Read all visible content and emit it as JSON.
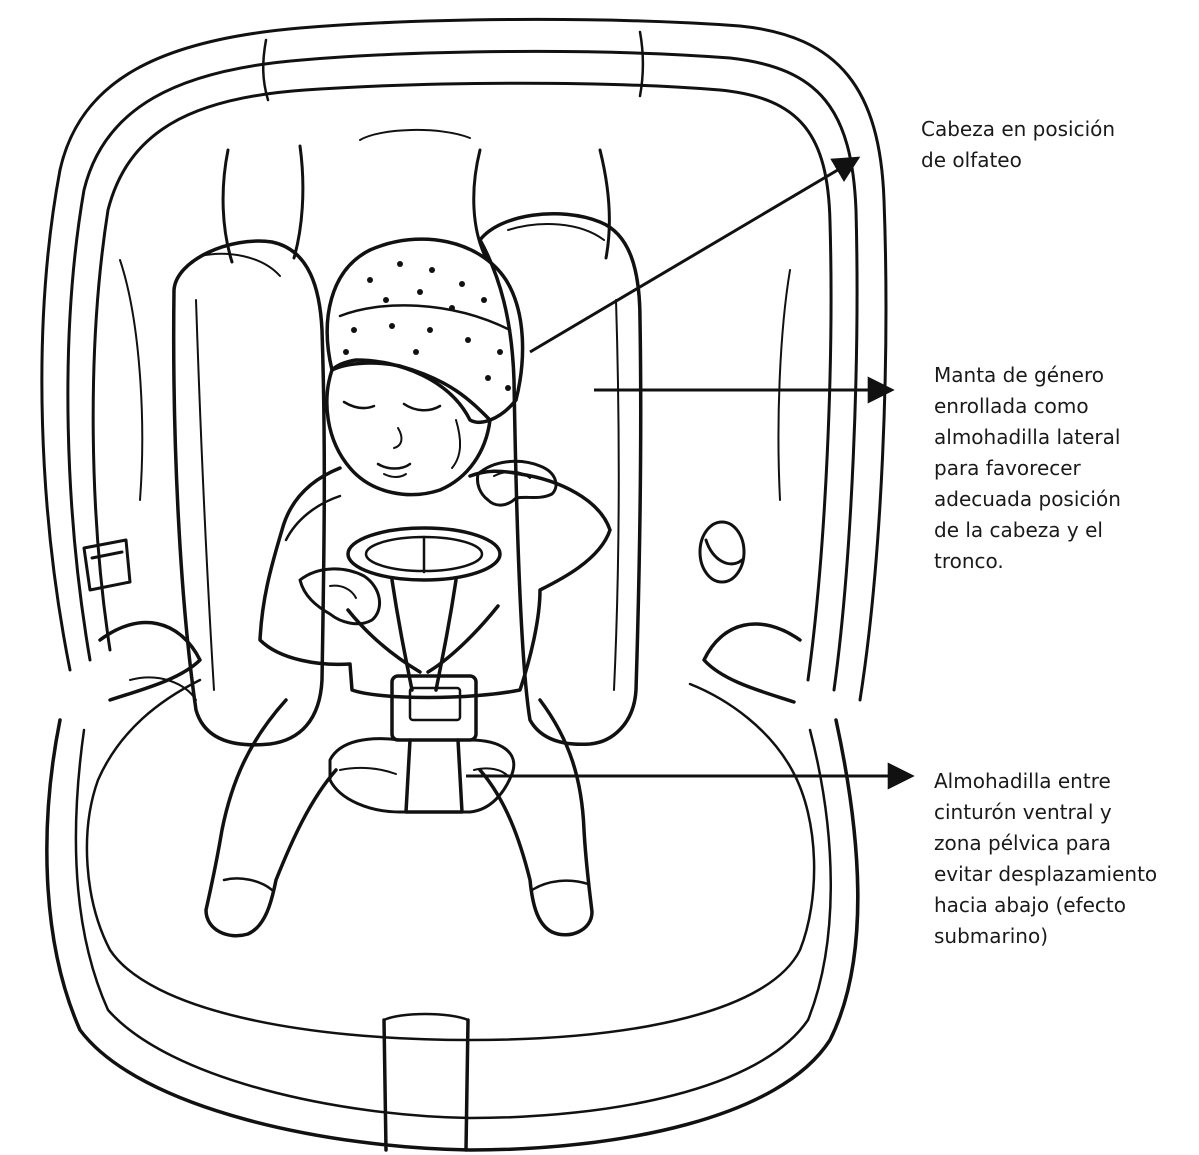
{
  "labels": {
    "head": {
      "lines": [
        "Cabeza en posición",
        "de olfateo"
      ]
    },
    "blanket": {
      "lines": [
        "Manta de género",
        "enrollada como",
        "almohadilla lateral",
        "para favorecer",
        "adecuada posición",
        "de la cabeza y el",
        "tronco."
      ]
    },
    "cushion": {
      "lines": [
        "Almohadilla entre",
        "cinturón ventral y",
        "zona pélvica para",
        "evitar desplazamiento",
        "hacia abajo (efecto",
        "submarino)"
      ]
    }
  },
  "colors": {
    "ink": "#111111",
    "text": "#1a1a1a",
    "background": "#ffffff"
  }
}
